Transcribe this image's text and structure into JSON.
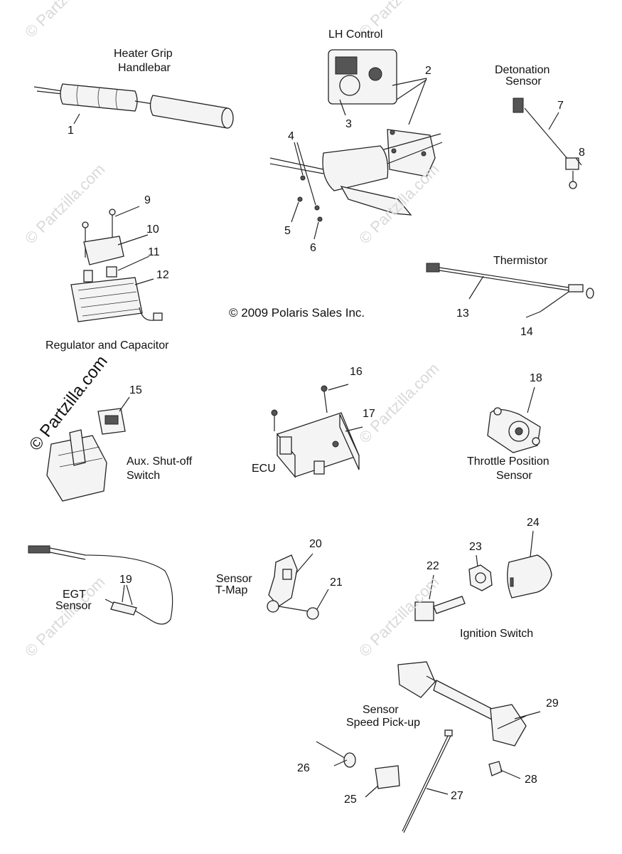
{
  "copyright": "© 2009 Polaris Sales Inc.",
  "watermark": "© Partzilla.com",
  "labels": {
    "heater_grip": [
      "Heater Grip",
      "Handlebar"
    ],
    "lh_control": "LH Control",
    "detonation": [
      "Detonation",
      "Sensor"
    ],
    "thermistor": "Thermistor",
    "regulator": "Regulator and Capacitor",
    "aux": [
      "Aux. Shut-off",
      "Switch"
    ],
    "ecu": "ECU",
    "tps": [
      "Throttle Position",
      "Sensor"
    ],
    "egt": [
      "EGT",
      "Sensor"
    ],
    "tmap": [
      "Sensor",
      "T-Map"
    ],
    "ignition": "Ignition Switch",
    "speed": [
      "Sensor",
      "Speed Pick-up"
    ]
  },
  "callouts": [
    "1",
    "2",
    "3",
    "4",
    "5",
    "6",
    "7",
    "8",
    "9",
    "10",
    "11",
    "12",
    "13",
    "14",
    "15",
    "16",
    "17",
    "18",
    "19",
    "20",
    "21",
    "22",
    "23",
    "24",
    "25",
    "26",
    "27",
    "28",
    "29"
  ]
}
